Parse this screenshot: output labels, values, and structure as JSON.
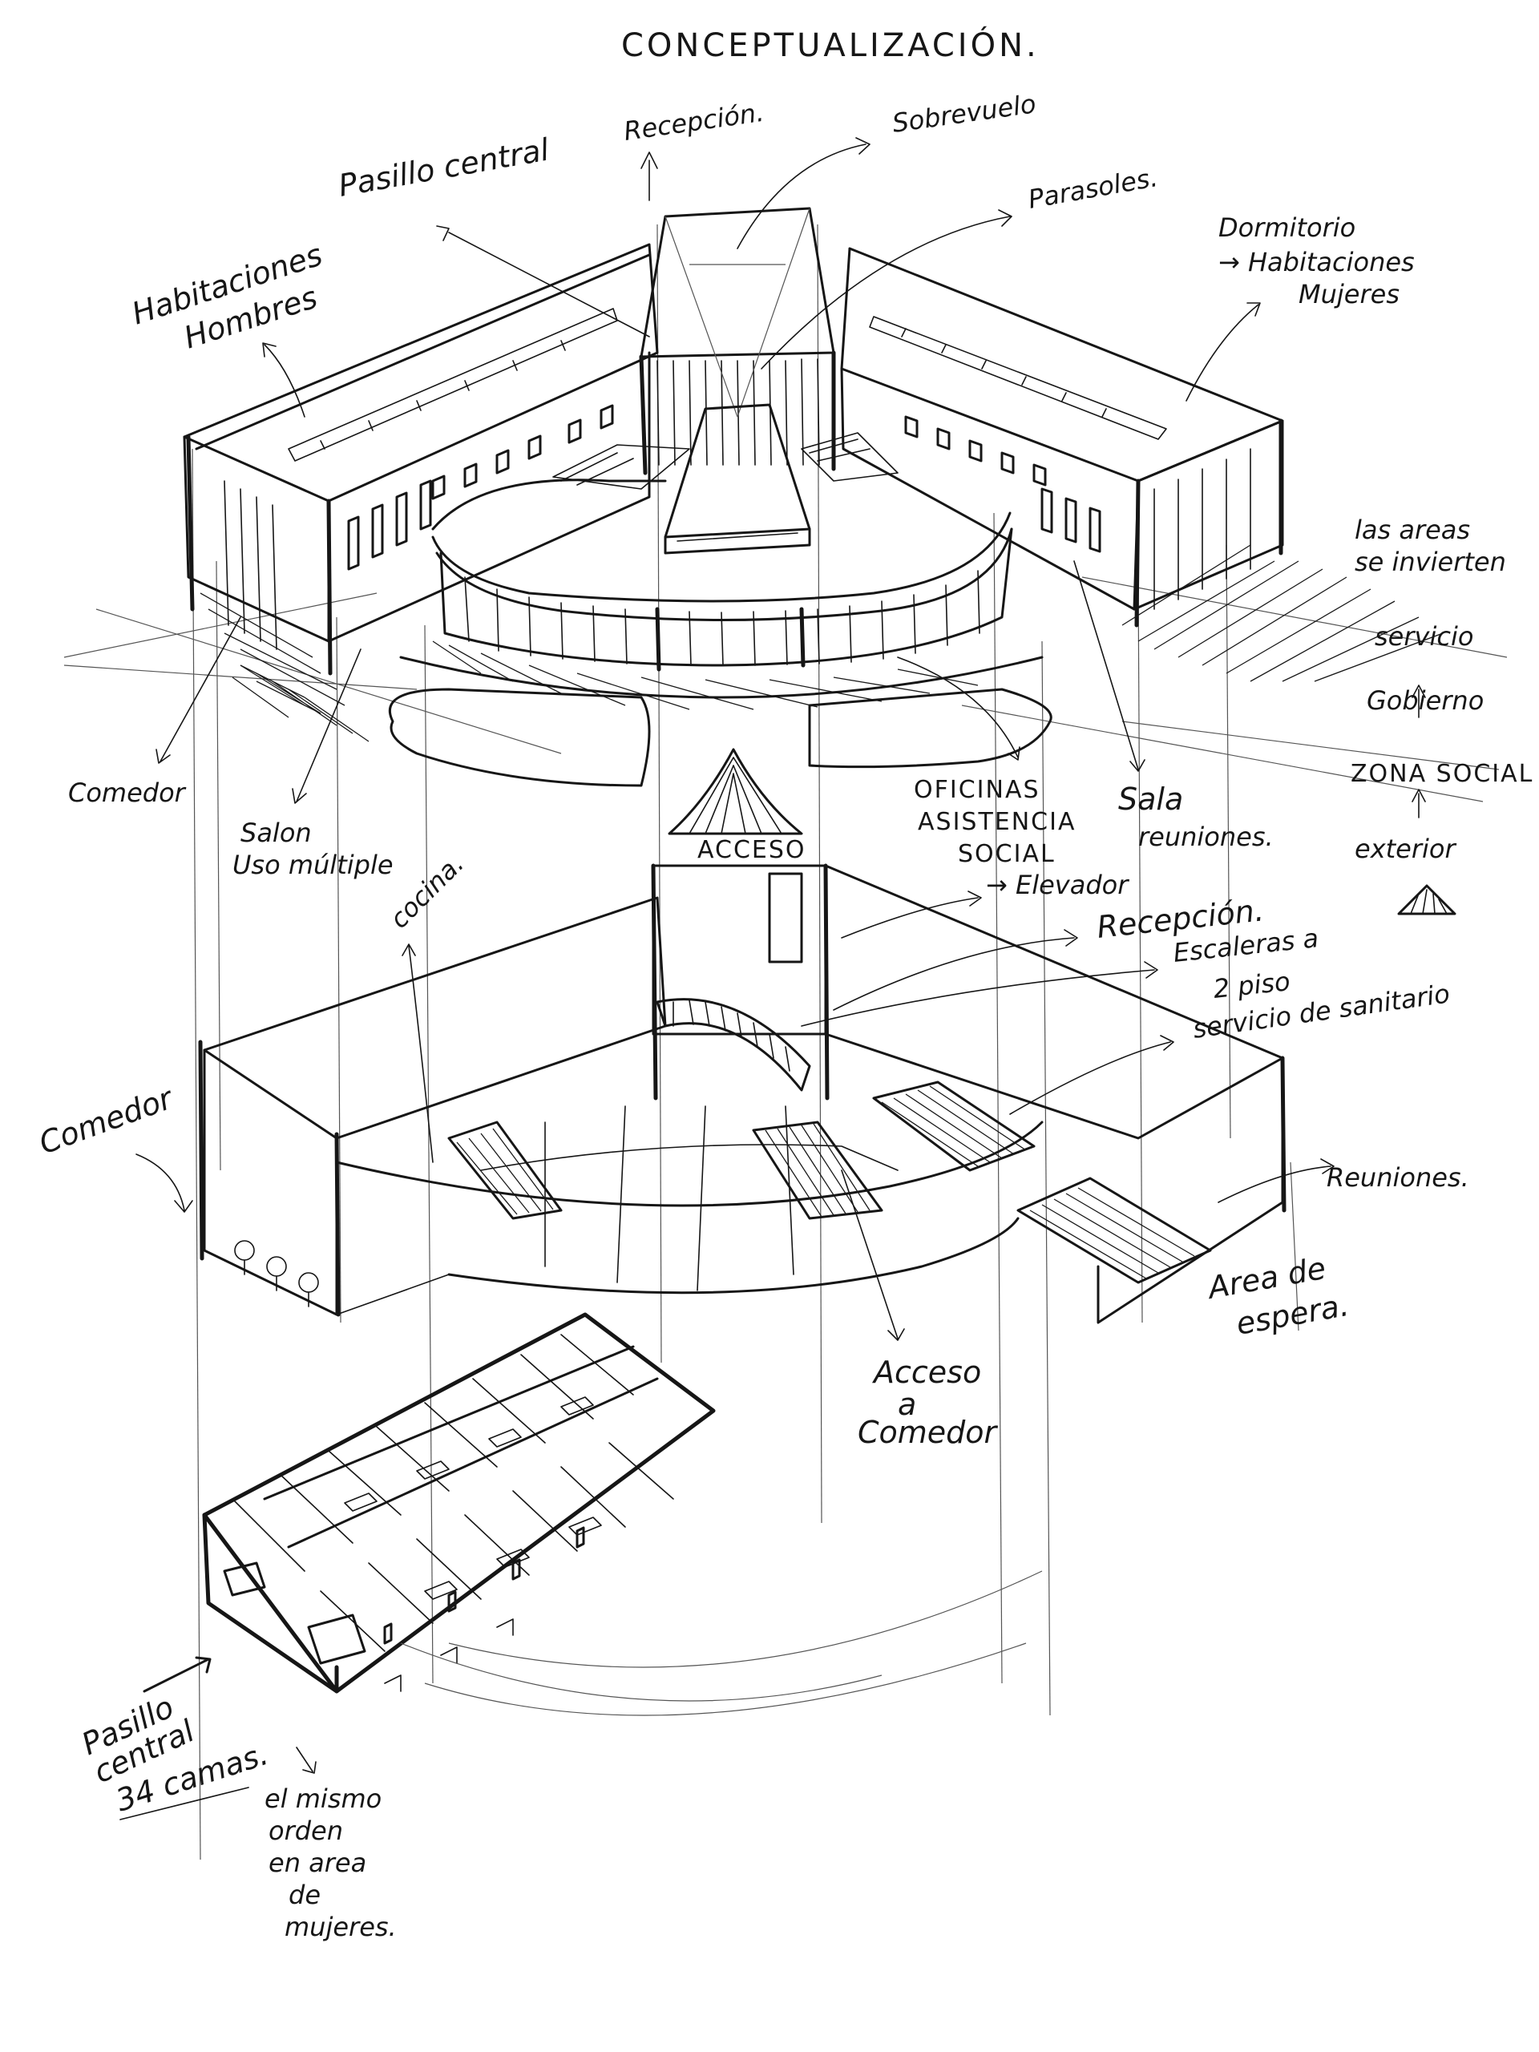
{
  "title": "CONCEPTUALIZACIÓN.",
  "labels": {
    "recepcion_top": "Recepción.",
    "sobrevuelo": "Sobrevuelo",
    "pasillo_central_top": "Pasillo central",
    "parasoles": "Parasoles.",
    "dormitorio": "Dormitorio",
    "habitaciones_mujeres_1": "→ Habitaciones",
    "habitaciones_mujeres_2": "Mujeres",
    "habitaciones_hombres_1": "Habitaciones",
    "habitaciones_hombres_2": "Hombres",
    "areas_1": "las areas",
    "areas_2": "se invierten",
    "servicio": "servicio",
    "gobierno": "Gobierno",
    "zona_social": "ZONA SOCIAL",
    "exterior": "exterior",
    "comedor_top": "Comedor",
    "salon_1": "Salon",
    "salon_2": "Uso múltiple",
    "acceso": "ACCESO",
    "oficinas_1": "OFICINAS",
    "oficinas_2": "ASISTENCIA",
    "oficinas_3": "SOCIAL",
    "sala_1": "Sala",
    "sala_2": "reuniones.",
    "elevador": "→ Elevador",
    "recepcion_mid": "Recepción.",
    "cocina": "cocina.",
    "escaleras_1": "Escaleras a",
    "escaleras_2": "2 piso",
    "escaleras_3": "servicio de sanitario",
    "comedor_mid": "Comedor",
    "reuniones": "Reuniones.",
    "area_espera_1": "Area de",
    "area_espera_2": "espera.",
    "acceso_comedor_1": "Acceso",
    "acceso_comedor_2": "a",
    "acceso_comedor_3": "Comedor",
    "pasillo_bottom_1": "Pasillo",
    "pasillo_bottom_2": "central",
    "camas": "34 camas.",
    "mismo_1": "el mismo",
    "mismo_2": "orden",
    "mismo_3": "en area",
    "mismo_4": "de",
    "mismo_5": "mujeres."
  }
}
